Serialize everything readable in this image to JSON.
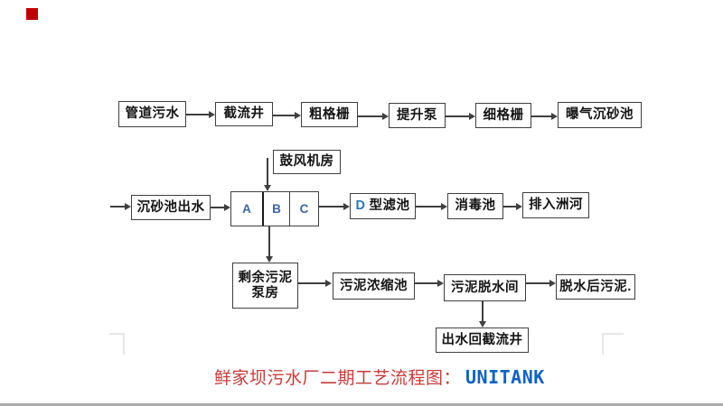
{
  "decor": {
    "red_square_color": "#c00000",
    "bottom_line_color": "#ababab",
    "corner_mark_color": "#e6e6e6"
  },
  "diagram": {
    "row1": [
      "管道污水",
      "截流井",
      "粗格栅",
      "提升泵",
      "细格栅",
      "曝气沉砂池"
    ],
    "blower": "鼓风机房",
    "row2_inlet": "沉砂池出水",
    "unitank_cells": [
      "A",
      "B",
      "C"
    ],
    "dfilter_letter": "D",
    "dfilter_rest": "型滤池",
    "disinfection": "消毒池",
    "discharge": "排入洲河",
    "row3": {
      "pump_line1": "剩余污泥",
      "pump_line2": "泵房",
      "thickener": "污泥浓缩池",
      "dewatering": "污泥脱水间",
      "dewatered_sludge": "脱水后污泥."
    },
    "return_well": "出水回截流井",
    "colors": {
      "box_border": "#3f3f3f",
      "box_text": "#141414",
      "cell_letter": "#3c66a4",
      "d_letter": "#2e75b6",
      "arrow": "#3f3f3f"
    }
  },
  "caption": {
    "cn": "鲜家坝污水厂二期工艺流程图：",
    "en": "UNITANK",
    "cn_color": "#c93a3a",
    "en_color": "#0e63c4"
  }
}
